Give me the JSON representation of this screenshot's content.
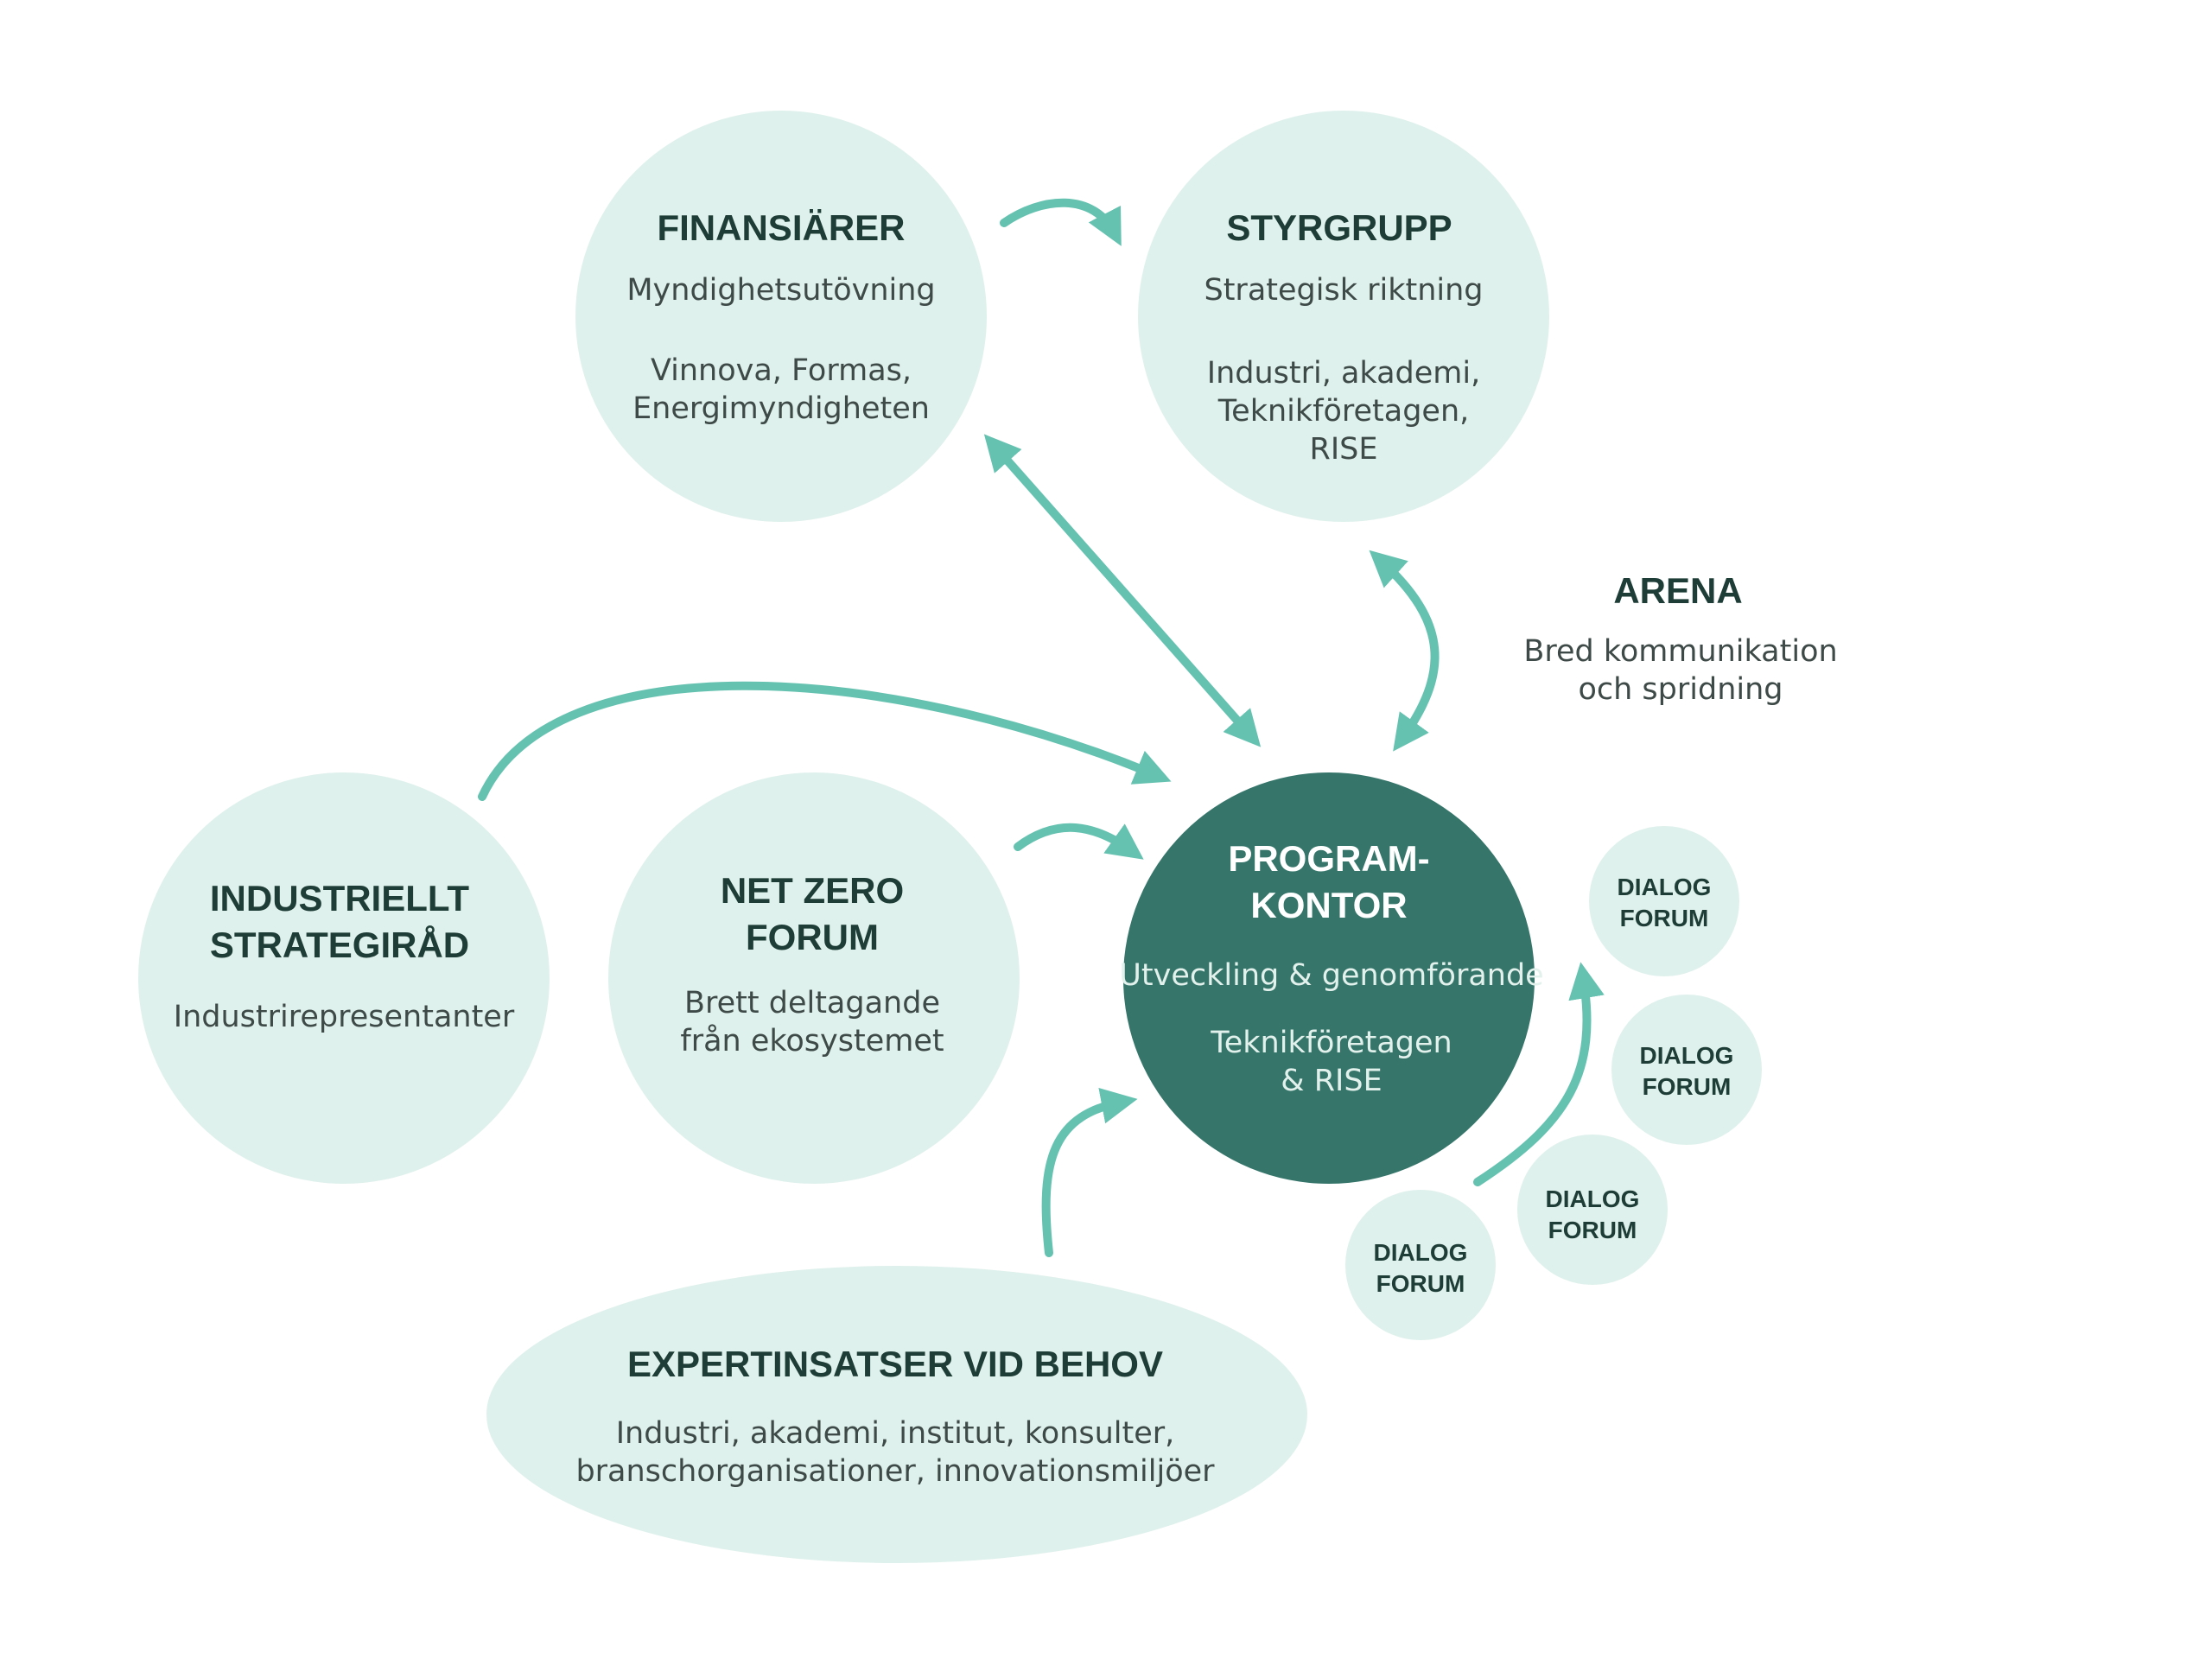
{
  "colors": {
    "node_fill": "#dff1ec",
    "node_dark_fill": "#35756a",
    "arrow": "#66c2b0",
    "title_text": "#1e3d36",
    "body_text": "#3e4a47"
  },
  "nodes": {
    "finansiarer": {
      "title": "FINANSIÄRER",
      "line1": "Myndighetsutövning",
      "line2": "Vinnova, Formas,",
      "line3": "Energimyndigheten"
    },
    "styrgrupp": {
      "title": "STYRGRUPP",
      "line1": "Strategisk riktning",
      "line2": "Industri, akademi,",
      "line3": "Teknikföretagen,",
      "line4": "RISE"
    },
    "arena": {
      "title": "ARENA",
      "line1": "Bred kommunikation",
      "line2": "och spridning"
    },
    "industriellt": {
      "title1": "INDUSTRIELLT",
      "title2": "STRATEGIRÅD",
      "line1": "Industrirepresentanter"
    },
    "netzero": {
      "title1": "NET ZERO",
      "title2": "FORUM",
      "line1": "Brett deltagande",
      "line2": "från ekosystemet"
    },
    "programkontor": {
      "title1": "PROGRAM-",
      "title2": "KONTOR",
      "line1": "Utveckling & genomförande",
      "line2": "Teknikföretagen",
      "line3": "& RISE"
    },
    "dialog": {
      "line1": "DIALOG",
      "line2": "FORUM"
    },
    "expert": {
      "title": "EXPERTINSATSER VID BEHOV",
      "line1": "Industri, akademi, institut, konsulter,",
      "line2": "branschorganisationer, innovationsmiljöer"
    }
  }
}
